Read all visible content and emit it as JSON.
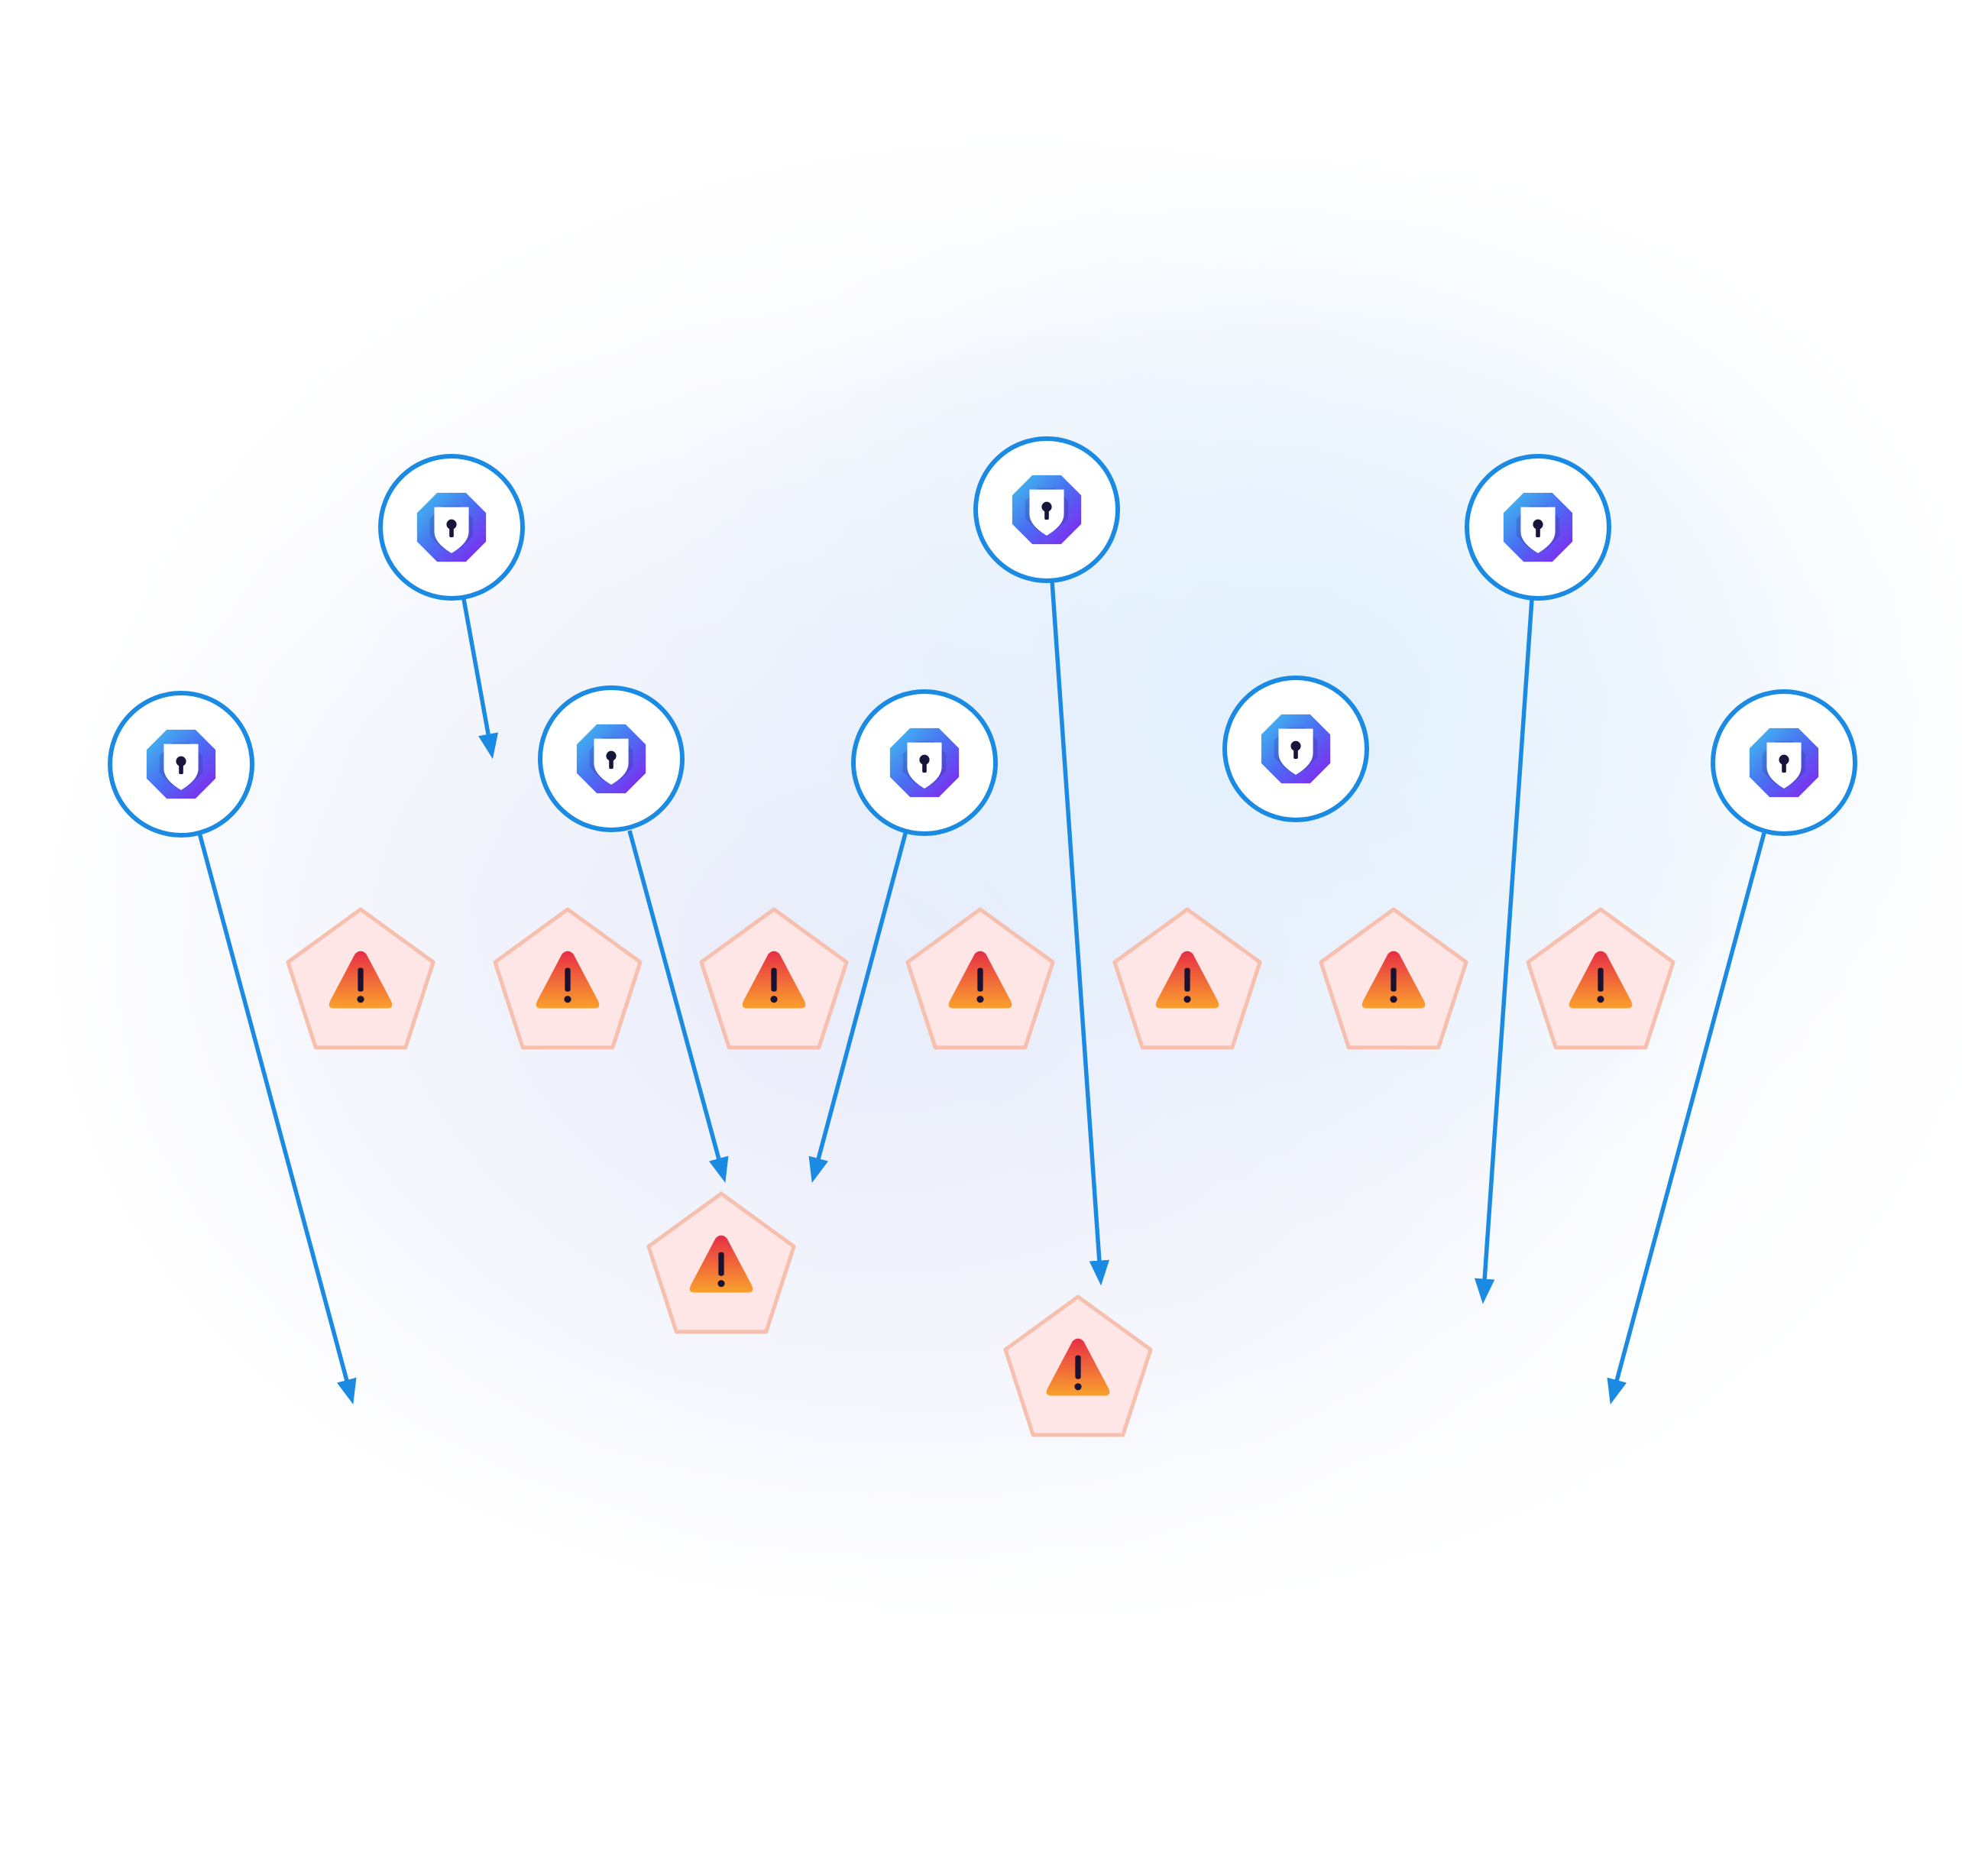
{
  "diagram": {
    "node_types": {
      "secure_node": {
        "icon": "shield-lock-icon",
        "ring_color": "#1a8ae3",
        "icon_gradient": [
          "#3fc3ee",
          "#8a1ef0"
        ]
      },
      "threat_node": {
        "icon": "warning-triangle-icon",
        "fill": "#fde6e5",
        "stroke": "#f6bfae",
        "icon_gradient": [
          "#e62e45",
          "#f9a12d"
        ]
      }
    },
    "arrow_color": "#1a8ae3",
    "secure_node_count": 8,
    "threat_node_count": 9,
    "arrow_count": 7
  }
}
